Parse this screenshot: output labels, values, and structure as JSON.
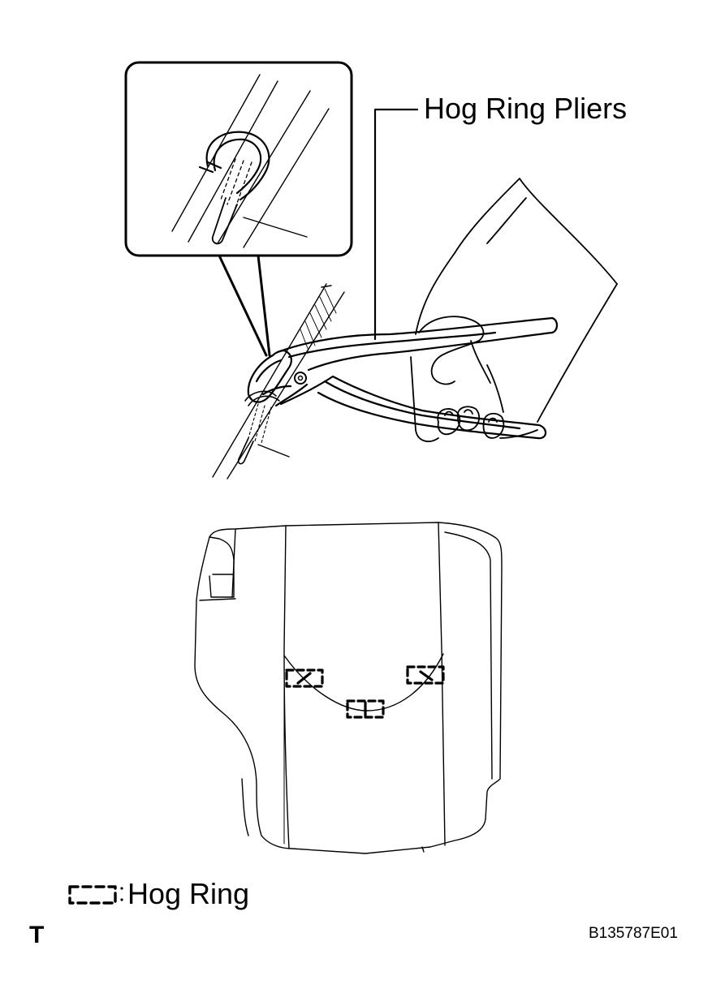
{
  "callouts": {
    "hog_ring_pliers": "Hog Ring Pliers"
  },
  "legend": {
    "symbol_icon": "dashed-bracket-icon",
    "separator": ":",
    "label": "Hog Ring"
  },
  "corner_mark": "T",
  "figure_code": "B135787E01",
  "colors": {
    "line": "#000000",
    "background": "#ffffff"
  }
}
